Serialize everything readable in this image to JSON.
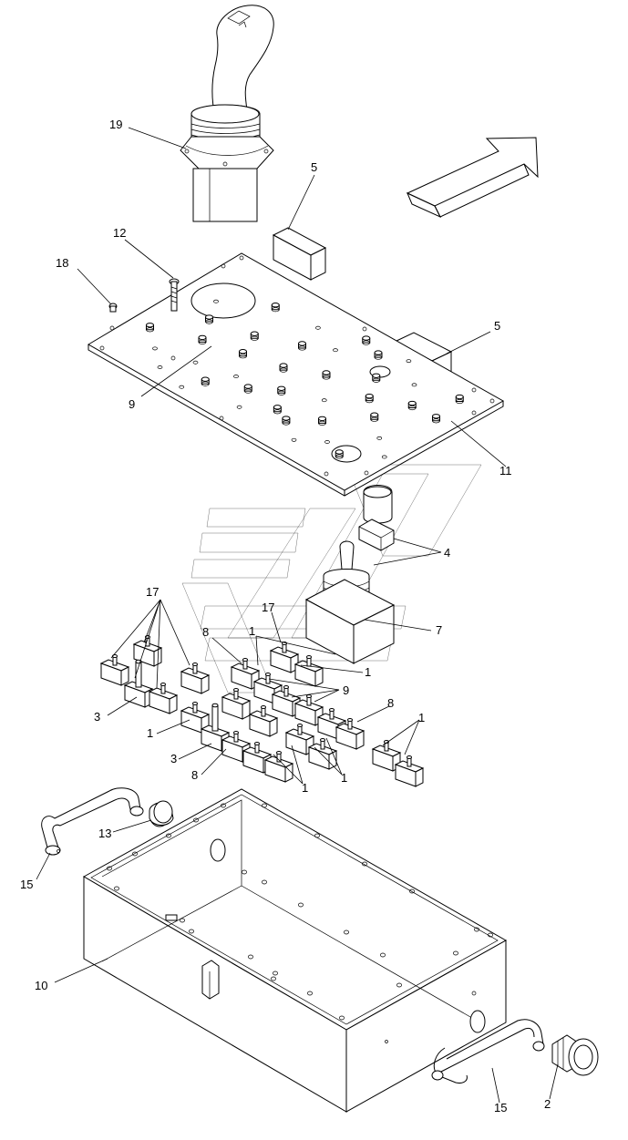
{
  "callouts": [
    {
      "id": "c19",
      "label": "19"
    },
    {
      "id": "c5a",
      "label": "5"
    },
    {
      "id": "c12",
      "label": "12"
    },
    {
      "id": "c18",
      "label": "18"
    },
    {
      "id": "c5b",
      "label": "5"
    },
    {
      "id": "c9a",
      "label": "9"
    },
    {
      "id": "c11",
      "label": "11"
    },
    {
      "id": "c4",
      "label": "4"
    },
    {
      "id": "c17a",
      "label": "17"
    },
    {
      "id": "c17b",
      "label": "17"
    },
    {
      "id": "c7",
      "label": "7"
    },
    {
      "id": "c8a",
      "label": "8"
    },
    {
      "id": "c1a",
      "label": "1"
    },
    {
      "id": "c1b",
      "label": "1"
    },
    {
      "id": "c9b",
      "label": "9"
    },
    {
      "id": "c3a",
      "label": "3"
    },
    {
      "id": "c8b",
      "label": "8"
    },
    {
      "id": "c1c",
      "label": "1"
    },
    {
      "id": "c1d",
      "label": "1"
    },
    {
      "id": "c3b",
      "label": "3"
    },
    {
      "id": "c8c",
      "label": "8"
    },
    {
      "id": "c1e",
      "label": "1"
    },
    {
      "id": "c1f",
      "label": "1"
    },
    {
      "id": "c13",
      "label": "13"
    },
    {
      "id": "c15a",
      "label": "15"
    },
    {
      "id": "c10",
      "label": "10"
    },
    {
      "id": "c15b",
      "label": "15"
    },
    {
      "id": "c2",
      "label": "2"
    }
  ]
}
